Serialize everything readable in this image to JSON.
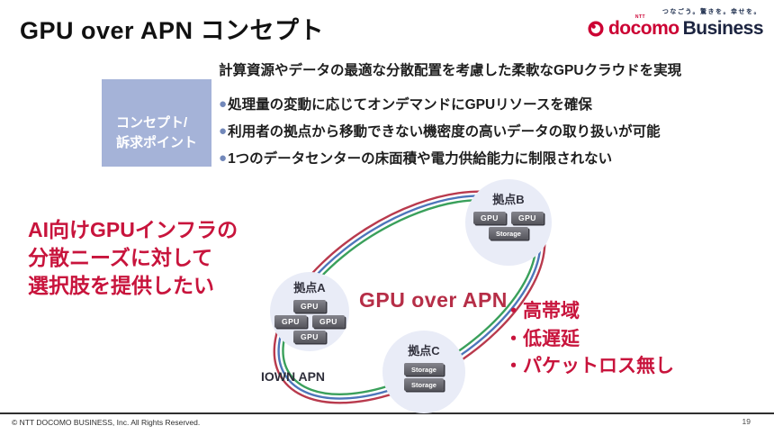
{
  "slide": {
    "title": "GPU over APN コンセプト",
    "footer_text": "© NTT DOCOMO BUSINESS, Inc. All Rights Reserved.",
    "page_number": "19"
  },
  "logo": {
    "tagline": "つなごう。驚きを。幸せを。",
    "ntt_label": "NTT",
    "brand_primary": "docomo",
    "brand_secondary": "Business",
    "brand_red": "#cc0033",
    "brand_navy": "#1c2440"
  },
  "concept": {
    "box_line1": "コンセプト/",
    "box_line2": "訴求ポイント",
    "box_bg": "#a5b3d8",
    "heading": "計算資源やデータの最適な分散配置を考慮した柔軟なGPUクラウドを実現",
    "bullet_char": "●",
    "bullet_color": "#7288ba",
    "bullets": [
      "処理量の変動に応じてオンデマンドにGPUリソースを確保",
      "利用者の拠点から移動できない機密度の高いデータの取り扱いが可能",
      "1つのデータセンターの床面積や電力供給能力に制限されない"
    ]
  },
  "message": {
    "line1": "AI向けGPUインフラの",
    "line2": "分散ニーズに対して",
    "line3": "選択肢を提供したい",
    "color": "#c8143c"
  },
  "diagram": {
    "ring_label": "GPU over APN",
    "network_label": "IOWN APN",
    "line_colors": {
      "red": "#b93a4d",
      "blue": "#4d76ba",
      "green": "#3aa05b"
    },
    "site_fill": "#e9ecf7",
    "sites": [
      {
        "name": "拠点A",
        "units": [
          "GPU",
          "GPU",
          "GPU",
          "GPU"
        ]
      },
      {
        "name": "拠点B",
        "units": [
          "GPU",
          "GPU",
          "Storage"
        ]
      },
      {
        "name": "拠点C",
        "units": [
          "Storage",
          "Storage"
        ]
      }
    ]
  },
  "benefits": {
    "color": "#c8143c",
    "items": [
      "・高帯域",
      "・低遅延",
      "・パケットロス無し"
    ]
  }
}
